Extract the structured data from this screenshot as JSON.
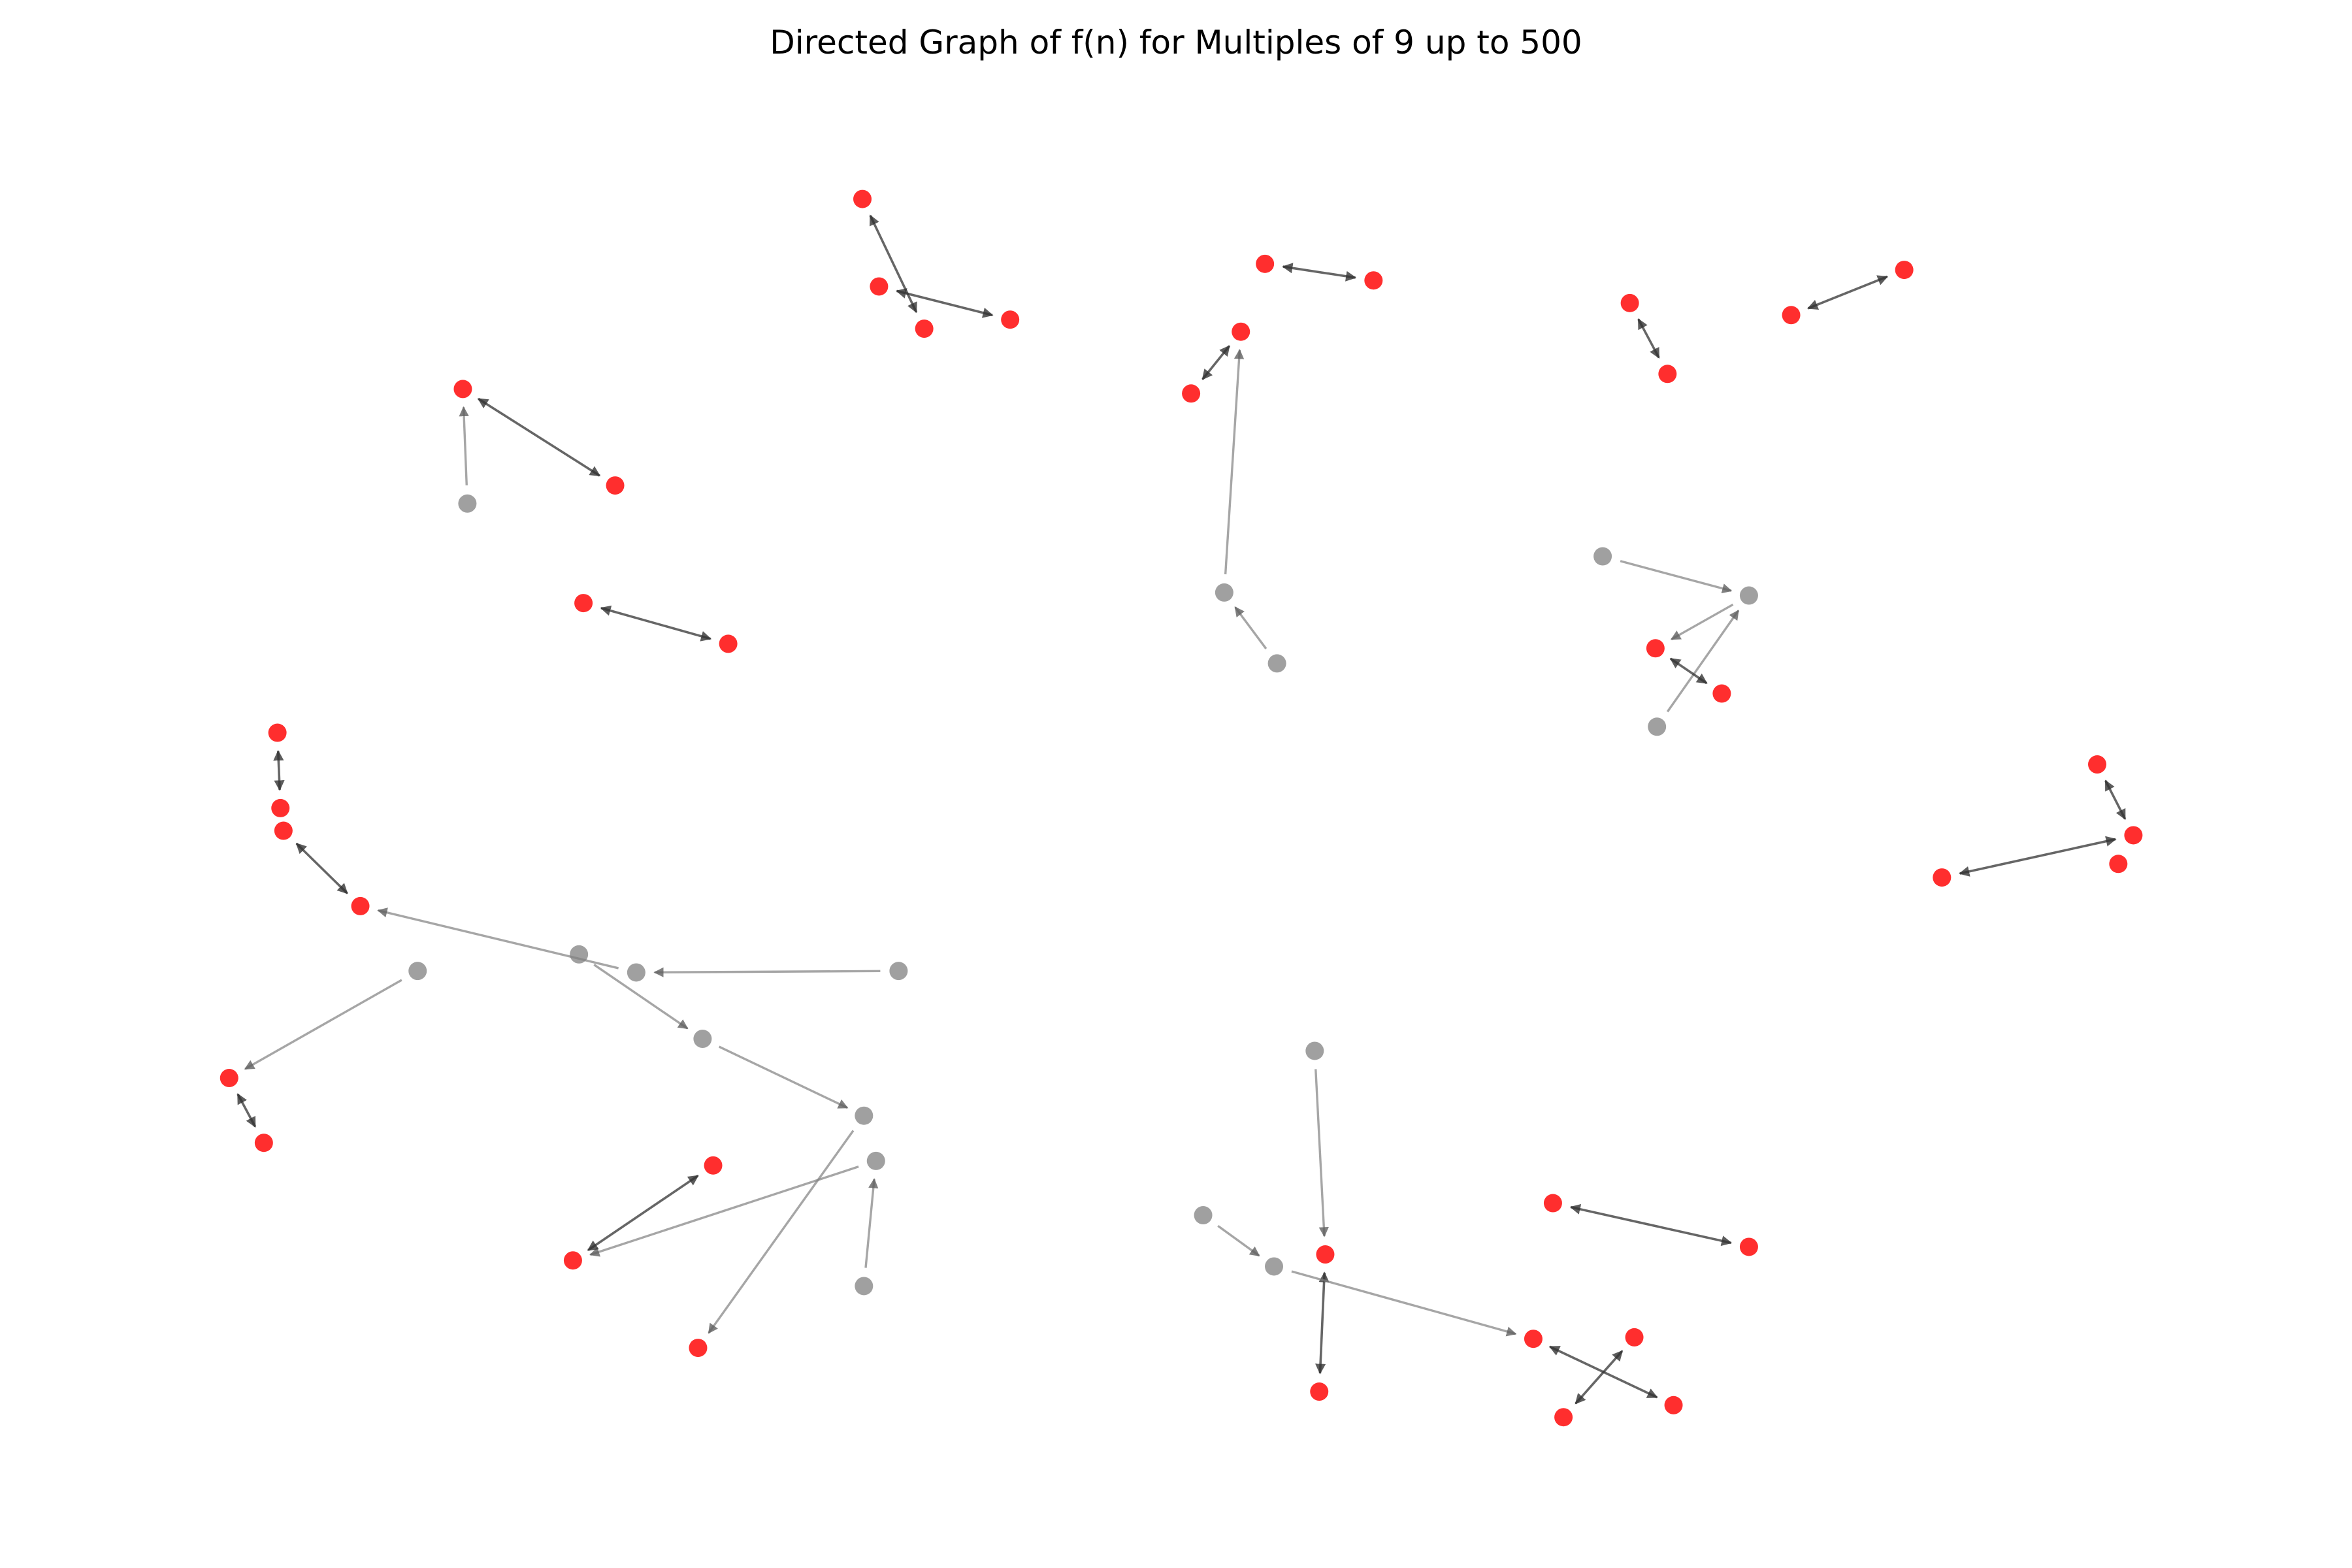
{
  "title": "Directed Graph of f(n) for Multiples of 9 up to 500",
  "colors": {
    "cycle_node": "#ff0000",
    "tree_node": "#808080",
    "cycle_edge": "#333333",
    "tree_edge": "#808080",
    "background": "#ffffff"
  },
  "chart_data": {
    "type": "directed-graph",
    "node_labels_shown": false,
    "legend": "none",
    "node_kinds": [
      "cycle",
      "tree"
    ],
    "edge_kinds": [
      "cycle (bidirectional)",
      "tree (one-way)"
    ]
  }
}
